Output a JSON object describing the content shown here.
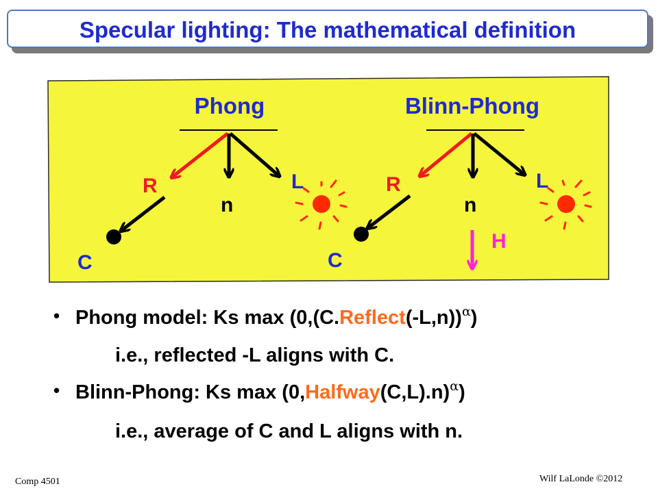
{
  "title": "Specular lighting: The mathematical definition",
  "diagram": {
    "panels": [
      {
        "heading": "Phong",
        "labels": {
          "r": "R",
          "n": "n",
          "l": "L",
          "c": "C"
        }
      },
      {
        "heading": "Blinn-Phong",
        "labels": {
          "r": "R",
          "n": "n",
          "l": "L",
          "c": "C",
          "h": "H"
        }
      }
    ],
    "colors": {
      "background": "#f5f53c",
      "heading": "#1e2bd0",
      "red": "#ee1c1c",
      "blue": "#1e2bd0",
      "magenta": "#ff22dd",
      "sun": "#ff2a00"
    }
  },
  "bullets": [
    {
      "pre": "Phong model: Ks max (0,(C.",
      "highlight": "Reflect",
      "post": "(-L,n))",
      "sup": "α",
      "close": ")",
      "note": "i.e., reflected -L aligns with C."
    },
    {
      "pre": "Blinn-Phong: Ks max (0,",
      "highlight": "Halfway",
      "post": "(C,L).n)",
      "sup": "α",
      "close": ")",
      "note": "i.e., average of C and L aligns with n."
    }
  ],
  "footer": {
    "course": "Comp 4501",
    "author": "Wilf LaLonde ©2012"
  }
}
